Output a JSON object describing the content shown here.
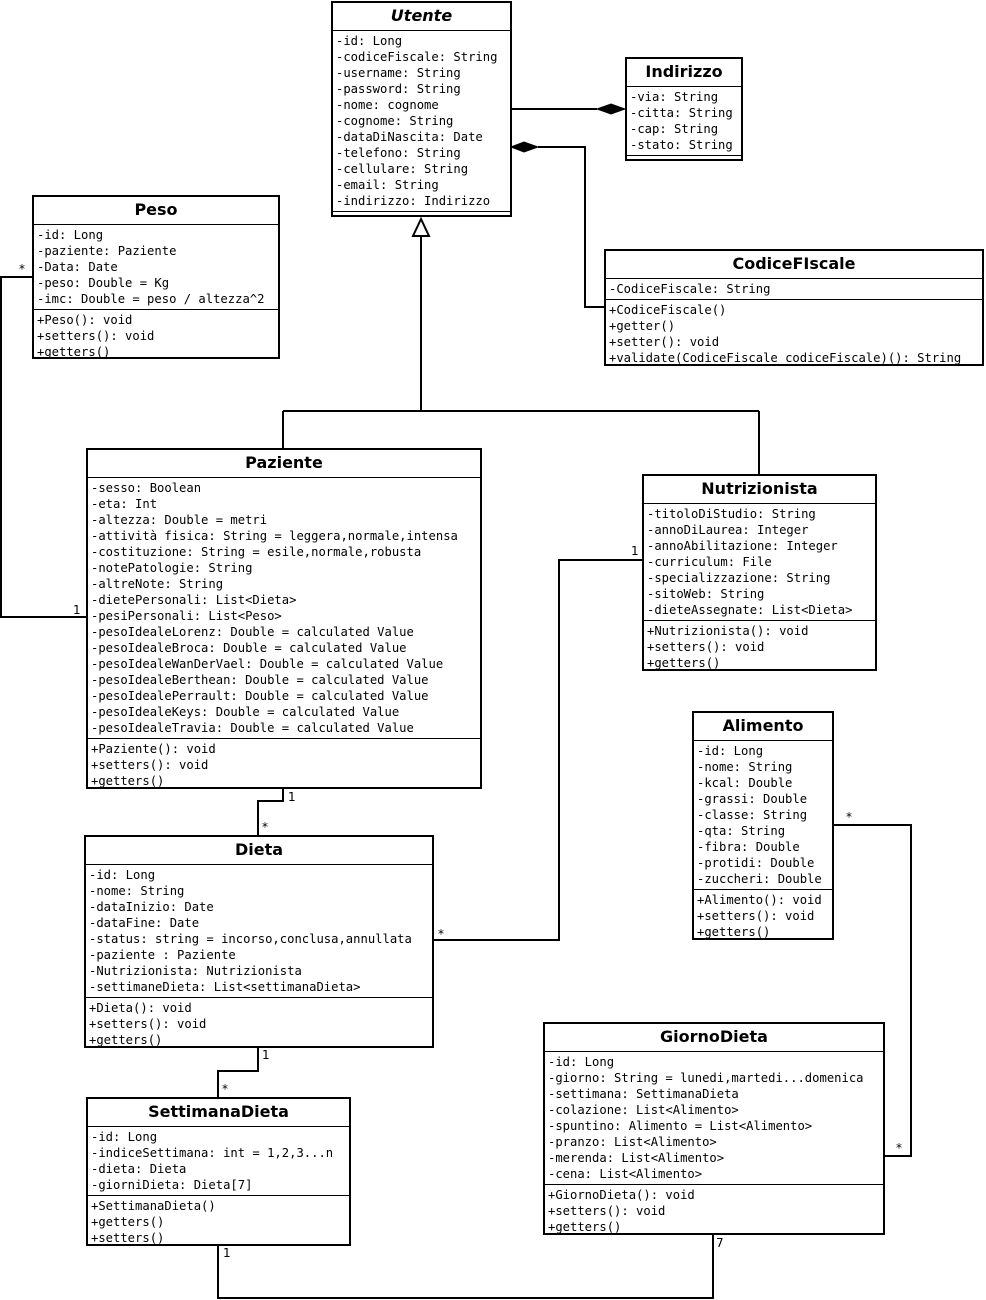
{
  "classes": {
    "utente": {
      "name": "Utente",
      "attributes": [
        "-id: Long",
        "-codiceFiscale: String",
        "-username: String",
        "-password: String",
        "-nome: cognome",
        "-cognome: String",
        "-dataDiNascita: Date",
        "-telefono: String",
        "-cellulare: String",
        "-email: String",
        "-indirizzo: Indirizzo"
      ],
      "methods": []
    },
    "indirizzo": {
      "name": "Indirizzo",
      "attributes": [
        "-via: String",
        "-citta: String",
        "-cap: String",
        "-stato: String"
      ],
      "methods": []
    },
    "peso": {
      "name": "Peso",
      "attributes": [
        "-id: Long",
        "-paziente: Paziente",
        "-Data: Date",
        "-peso: Double = Kg",
        "-imc: Double = peso / altezza^2"
      ],
      "methods": [
        "+Peso(): void",
        "+setters(): void",
        "+getters()"
      ]
    },
    "codicefiscale": {
      "name": "CodiceFIscale",
      "attributes": [
        "-CodiceFiscale: String"
      ],
      "methods": [
        "+CodiceFiscale()",
        "+getter()",
        "+setter(): void",
        "+validate(CodiceFiscale codiceFiscale)(): String"
      ]
    },
    "paziente": {
      "name": "Paziente",
      "attributes": [
        "-sesso: Boolean",
        "-eta: Int",
        "-altezza: Double = metri",
        "-attività fisica: String = leggera,normale,intensa",
        "-costituzione: String = esile,normale,robusta",
        "-notePatologie: String",
        "-altreNote: String",
        "-dietePersonali: List<Dieta>",
        "-pesiPersonali: List<Peso>",
        "-pesoIdealeLorenz: Double = calculated Value",
        "-pesoIdealeBroca: Double = calculated Value",
        "-pesoIdealeWanDerVael: Double = calculated Value",
        "-pesoIdealeBerthean: Double = calculated Value",
        "-pesoIdealePerrault: Double = calculated Value",
        "-pesoIdealeKeys: Double = calculated Value",
        "-pesoIdealeTravia: Double = calculated Value"
      ],
      "methods": [
        "+Paziente(): void",
        "+setters(): void",
        "+getters()"
      ]
    },
    "nutrizionista": {
      "name": "Nutrizionista",
      "attributes": [
        "-titoloDiStudio: String",
        "-annoDiLaurea: Integer",
        "-annoAbilitazione: Integer",
        "-curriculum: File",
        "-specializzazione: String",
        "-sitoWeb: String",
        "-dieteAssegnate: List<Dieta>"
      ],
      "methods": [
        "+Nutrizionista(): void",
        "+setters(): void",
        "+getters()"
      ]
    },
    "alimento": {
      "name": "Alimento",
      "attributes": [
        "-id: Long",
        "-nome: String",
        "-kcal: Double",
        "-grassi: Double",
        "-classe: String",
        "-qta: String",
        "-fibra: Double",
        "-protidi: Double",
        "-zuccheri: Double"
      ],
      "methods": [
        "+Alimento(): void",
        "+setters(): void",
        "+getters()"
      ]
    },
    "dieta": {
      "name": "Dieta",
      "attributes": [
        "-id: Long",
        "-nome: String",
        "-dataInizio: Date",
        "-dataFine: Date",
        "-status: string = incorso,conclusa,annullata",
        "-paziente : Paziente",
        "-Nutrizionista: Nutrizionista",
        "-settimaneDieta: List<settimanaDieta>"
      ],
      "methods": [
        "+Dieta(): void",
        "+setters(): void",
        "+getters()"
      ]
    },
    "giornodieta": {
      "name": "GiornoDieta",
      "attributes": [
        "-id: Long",
        "-giorno: String = lunedi,martedi...domenica",
        "-settimana: SettimanaDieta",
        "-colazione: List<Alimento>",
        "-spuntino: Alimento = List<Alimento>",
        "-pranzo: List<Alimento>",
        "-merenda: List<Alimento>",
        "-cena: List<Alimento>"
      ],
      "methods": [
        "+GiornoDieta(): void",
        "+setters(): void",
        "+getters()"
      ]
    },
    "settimanadieta": {
      "name": "SettimanaDieta",
      "attributes": [
        "-id: Long",
        "-indiceSettimana: int = 1,2,3...n",
        "-dieta: Dieta",
        "-giorniDieta: Dieta[7]"
      ],
      "methods": [
        "+SettimanaDieta()",
        "+getters()",
        "+setters()"
      ]
    }
  },
  "multiplicities": {
    "peso_paziente_many": "*",
    "peso_paziente_one": "1",
    "paziente_dieta_one": "1",
    "paziente_dieta_many": "*",
    "nutrizionista_dieta_one": "1",
    "nutrizionista_dieta_many": "*",
    "dieta_settimana_one": "1",
    "dieta_settimana_many": "*",
    "alimento_giorno_many_a": "*",
    "alimento_giorno_many_b": "*",
    "settimana_giorno_one": "1",
    "settimana_giorno_seven": "7"
  }
}
